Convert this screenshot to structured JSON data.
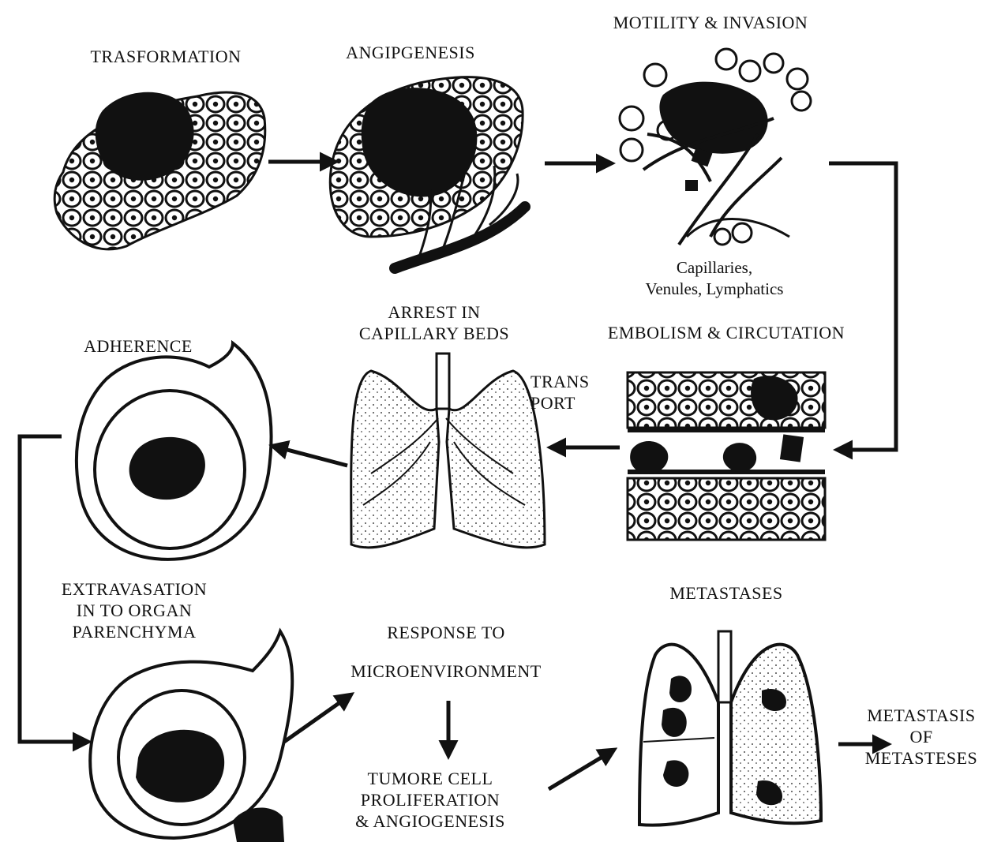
{
  "stages": {
    "transformation": "TRASFORMATION",
    "angiogenesis": "ANGIPGENESIS",
    "motility": "MOTILITY & INVASION",
    "vessels_line1": "Capillaries,",
    "vessels_line2": "Venules, Lymphatics",
    "embolism": "EMBOLISM & CIRCUTATION",
    "transport_line1": "TRANS",
    "transport_line2": "PORT",
    "arrest_line1": "ARREST IN",
    "arrest_line2": "CAPILLARY BEDS",
    "adherence": "ADHERENCE",
    "extravasation_line1": "EXTRAVASATION",
    "extravasation_line2": "IN TO ORGAN",
    "extravasation_line3": "PARENCHYMA",
    "response_line1": "RESPONSE TO",
    "response_line2": "MICROENVIRONMENT",
    "proliferation_line1": "TUMORE CELL",
    "proliferation_line2": "PROLIFERATION",
    "proliferation_line3": "& ANGIOGENESIS",
    "metastases": "METASTASES",
    "mom_line1": "METASTASIS",
    "mom_line2": "OF",
    "mom_line3": "METASTESES"
  },
  "colors": {
    "ink": "#111111",
    "paper": "#ffffff"
  }
}
